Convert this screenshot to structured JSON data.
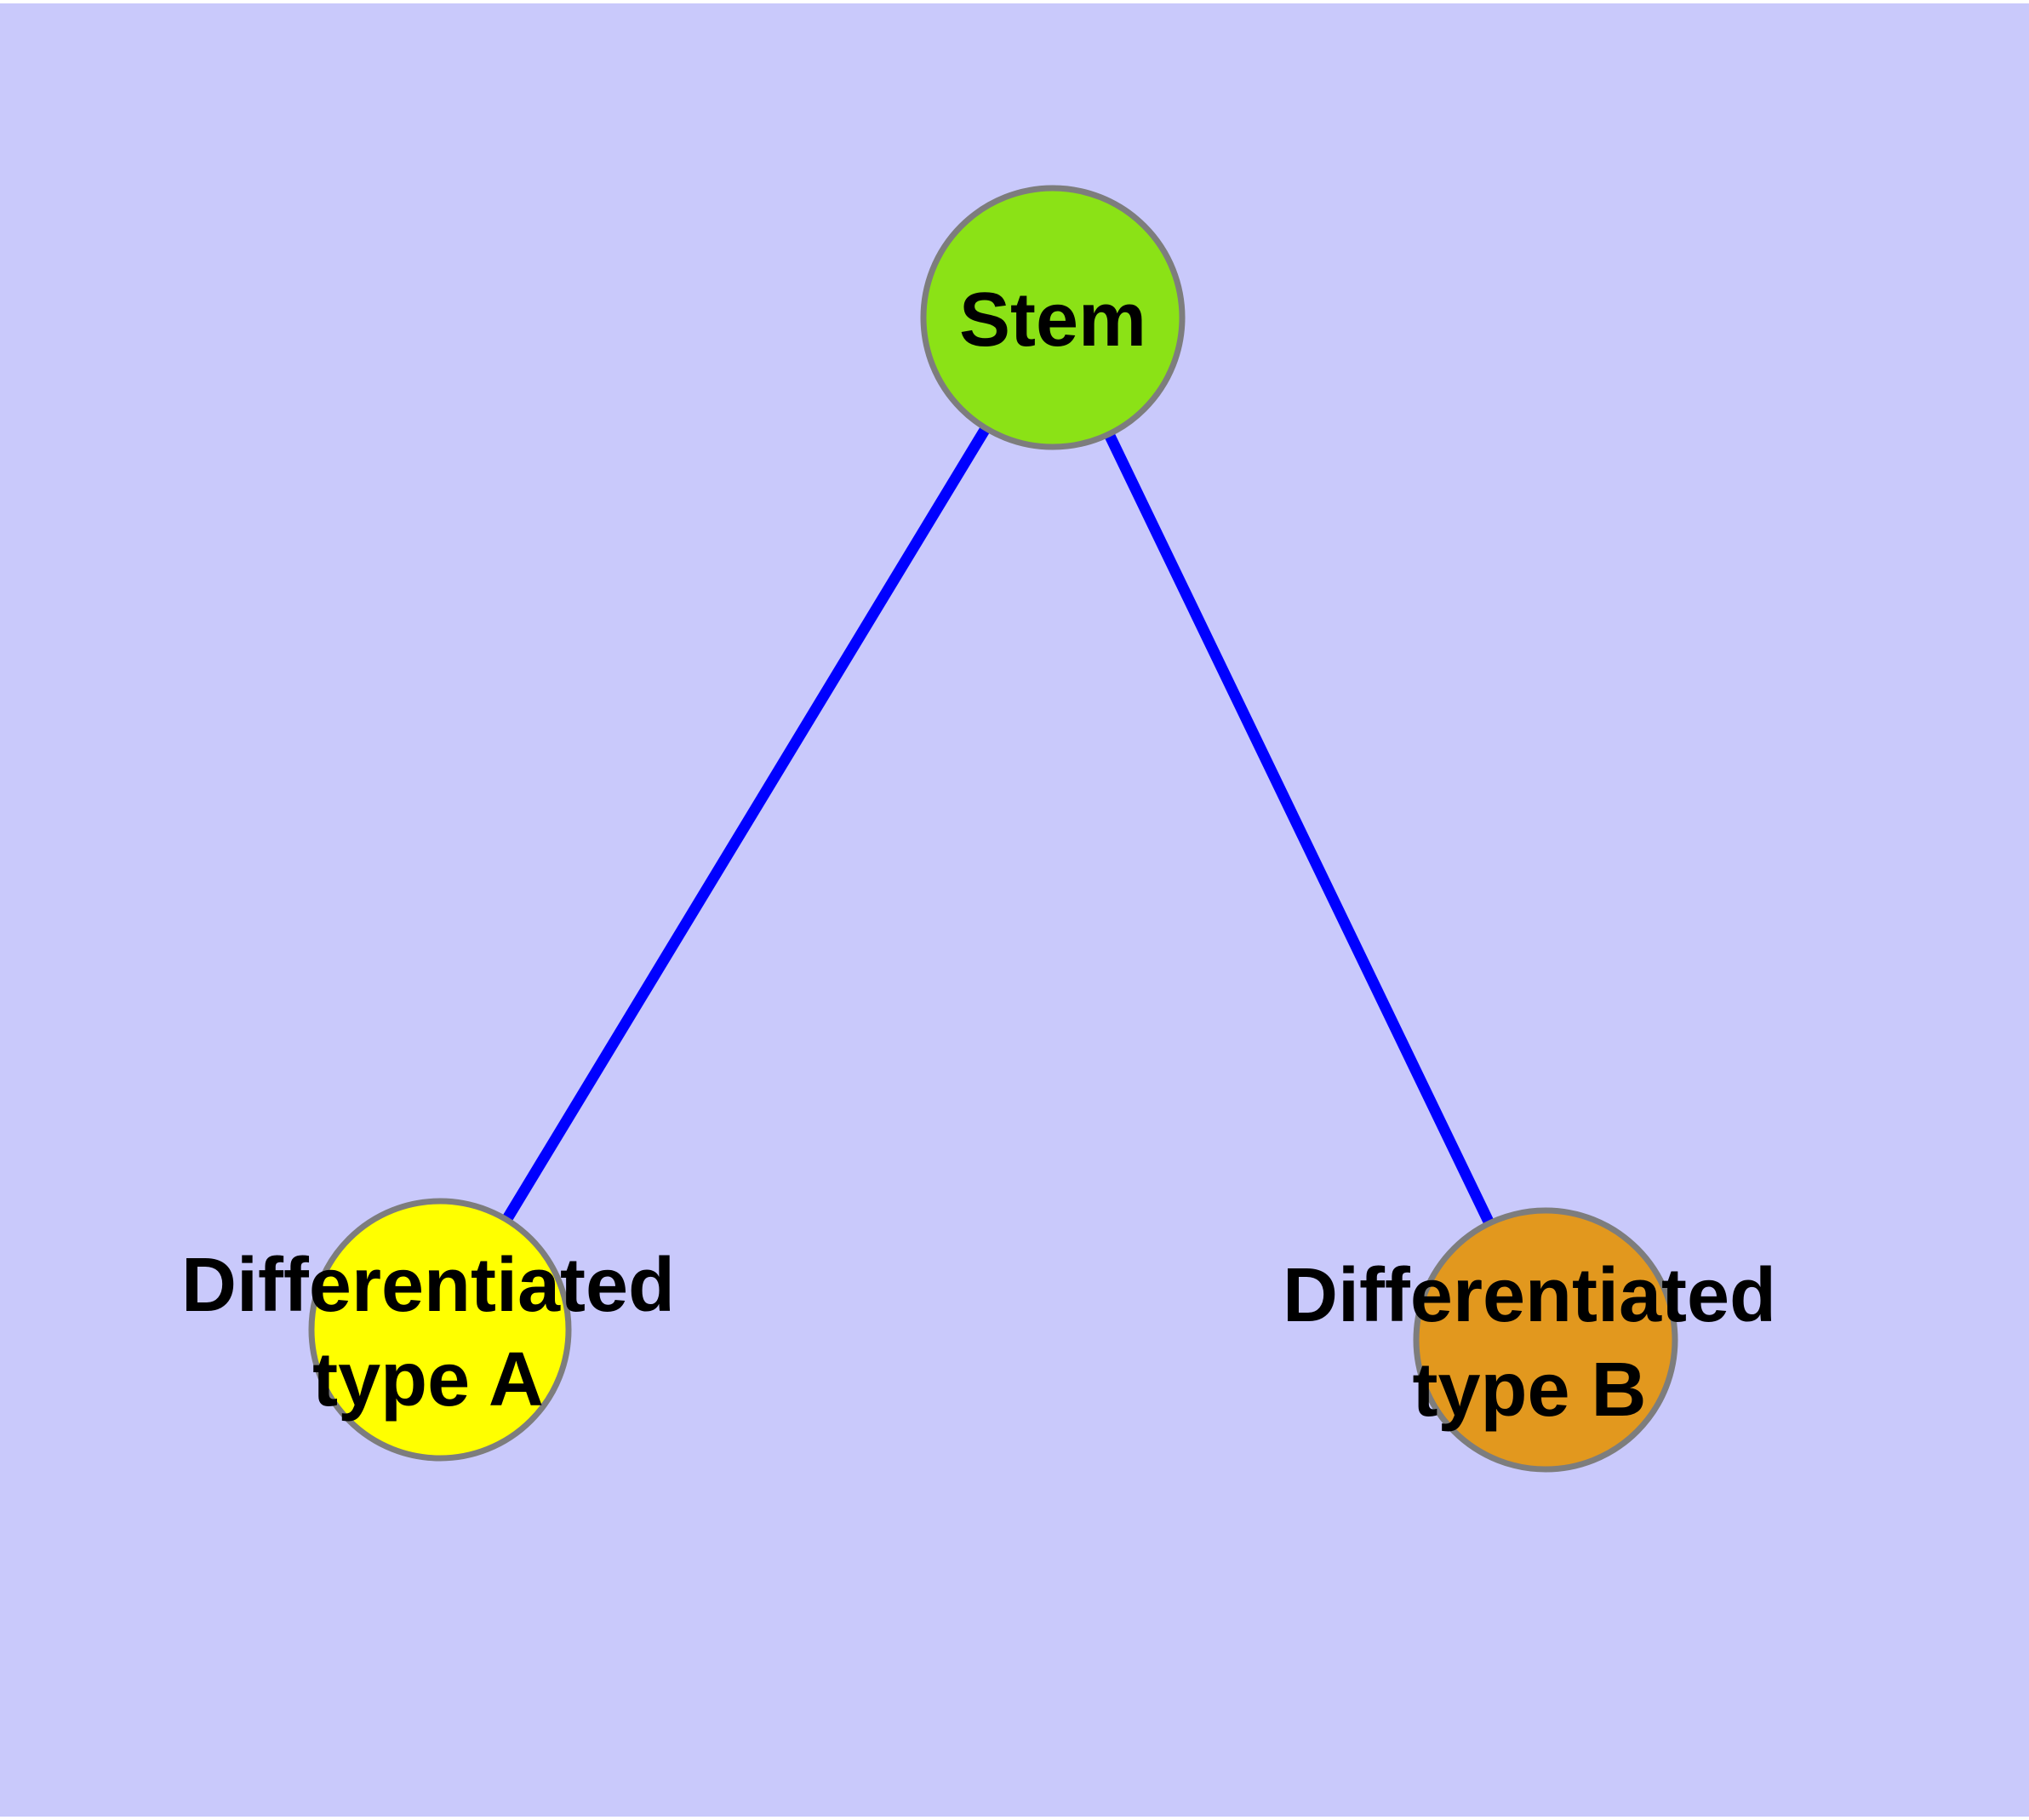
{
  "canvas": {
    "background_color": "#C9C9FB",
    "margin_strip_color": "#FFFFFF"
  },
  "edge_color": "#0000FF",
  "node_border_color": "#7D7D7D",
  "text_color": "#000000",
  "nodes": {
    "stem": {
      "label": "Stem",
      "fill": "#8BE216"
    },
    "type_a": {
      "label_line1": "Differentiated",
      "label_line2": "type A",
      "fill": "#FFFF00"
    },
    "type_b": {
      "label_line1": "Differentiated",
      "label_line2": "type B",
      "fill": "#E2981E"
    }
  },
  "edges": [
    {
      "from": "Stem",
      "to": "Differentiated type A"
    },
    {
      "from": "Stem",
      "to": "Differentiated type B"
    }
  ]
}
